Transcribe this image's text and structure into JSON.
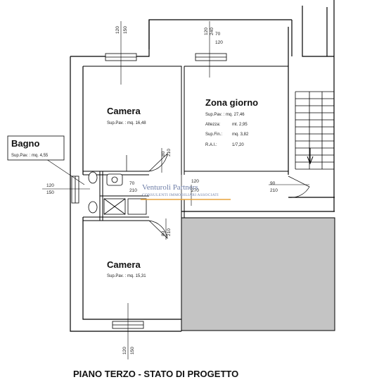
{
  "rooms": {
    "camera_top": {
      "name": "Camera",
      "area": "Sup.Pav. : mq. 16,48"
    },
    "camera_bottom": {
      "name": "Camera",
      "area": "Sup.Pav. : mq. 15,31"
    },
    "bagno": {
      "name": "Bagno",
      "area": "Sup.Pav. : mq. 4,55"
    },
    "zona_giorno": {
      "name": "Zona giorno",
      "area": "Sup.Pav. : mq. 27,46",
      "altezza_label": "Altezza:",
      "altezza_value": "mt. 2,95",
      "supfin_label": "Sup.Fin.:",
      "supfin_value": "mq. 3,82",
      "rai_label": "R.A.I.:",
      "rai_value": "1/7,20"
    }
  },
  "dimensions": {
    "top_left_window": {
      "a": "120",
      "b": "150"
    },
    "top_right_window": {
      "a": "120",
      "b": "240"
    },
    "zona_window": {
      "a": "70",
      "b": "120"
    },
    "bagno_window": {
      "a": "120",
      "b": "150"
    },
    "bagno_door": {
      "a": "70",
      "b": "210"
    },
    "camera_top_door": {
      "a": "80",
      "b": "210"
    },
    "camera_bottom_door": {
      "a": "80",
      "b": "210"
    },
    "corridor_opening": {
      "a": "120",
      "b": "270"
    },
    "entrance_door": {
      "a": "90",
      "b": "210"
    },
    "bottom_window": {
      "a": "120",
      "b": "150"
    }
  },
  "watermark": {
    "name": "Venturoli Partners",
    "subtitle": "CONSULENTI IMMOBILIARI ASSOCIATI"
  },
  "caption": "PIANO TERZO - STATO DI PROGETTO"
}
